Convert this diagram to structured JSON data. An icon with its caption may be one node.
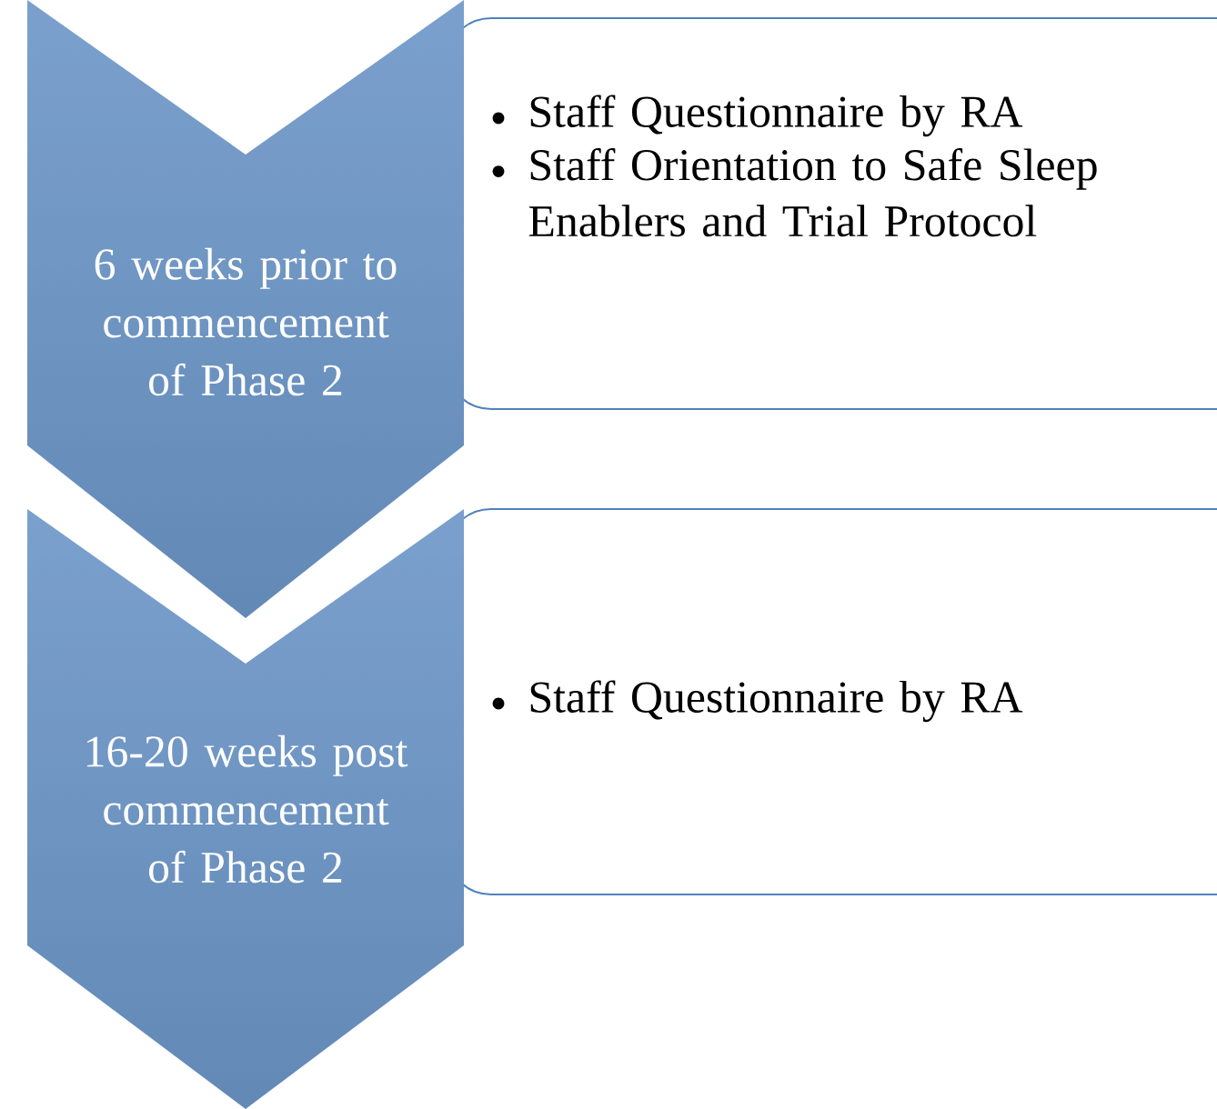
{
  "diagram": {
    "nodes": [
      {
        "text": [
          "6 weeks prior to commencement of Phase 2"
        ]
      },
      {
        "text": [
          "Staff Questionnaire by RA",
          "Staff Orientation to Safe Sleep Enablers and Trial Protocol"
        ]
      },
      {
        "text": [
          "16-20 weeks post commencement of Phase 2"
        ]
      },
      {
        "text": [
          "Staff Questionnaire by RA"
        ]
      }
    ]
  }
}
